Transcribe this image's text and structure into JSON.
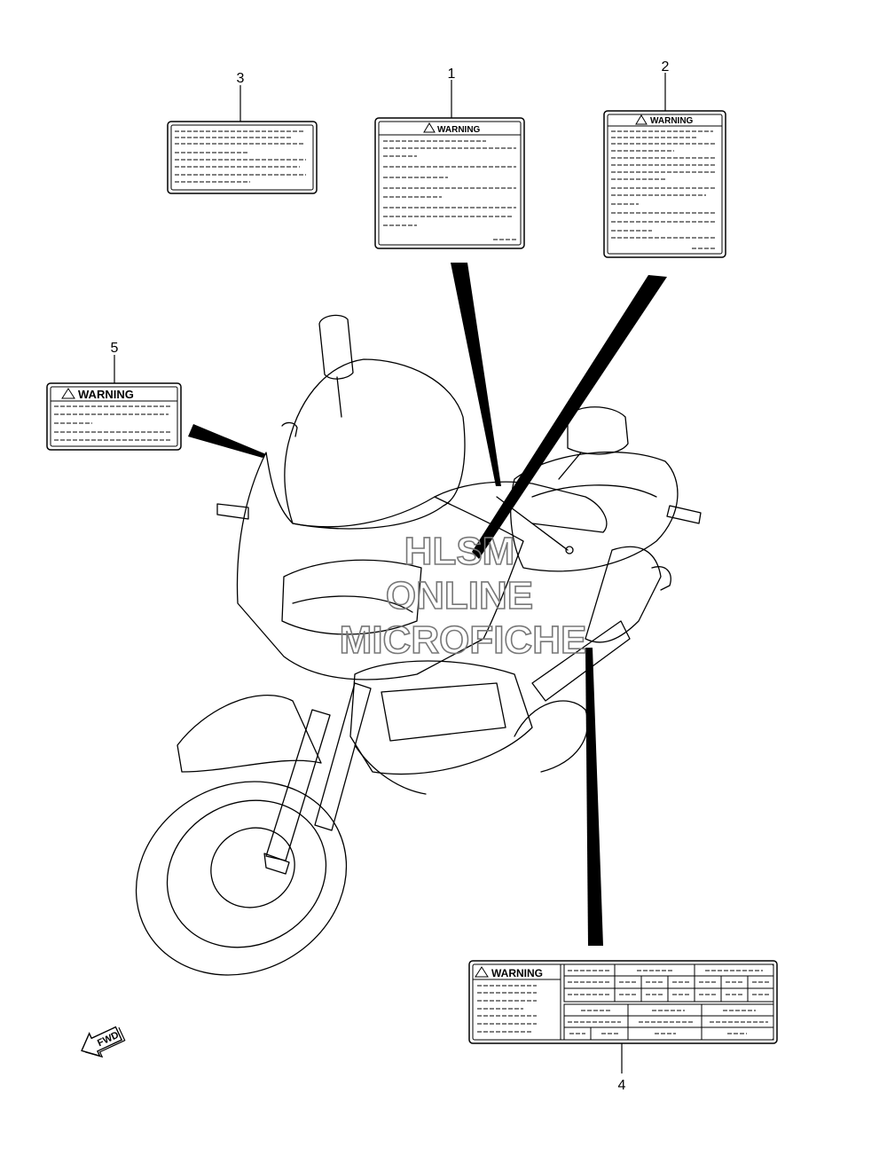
{
  "callouts": {
    "c1": "1",
    "c2": "2",
    "c3": "3",
    "c4": "4",
    "c5": "5"
  },
  "labels": {
    "warning_text": "WARNING"
  },
  "watermark": {
    "line1": "HLSM",
    "line2": "ONLINE",
    "line3": "MICROFICHE"
  },
  "direction": {
    "fwd": "FWD"
  },
  "colors": {
    "ink": "#000000",
    "watermark": "#777777"
  }
}
